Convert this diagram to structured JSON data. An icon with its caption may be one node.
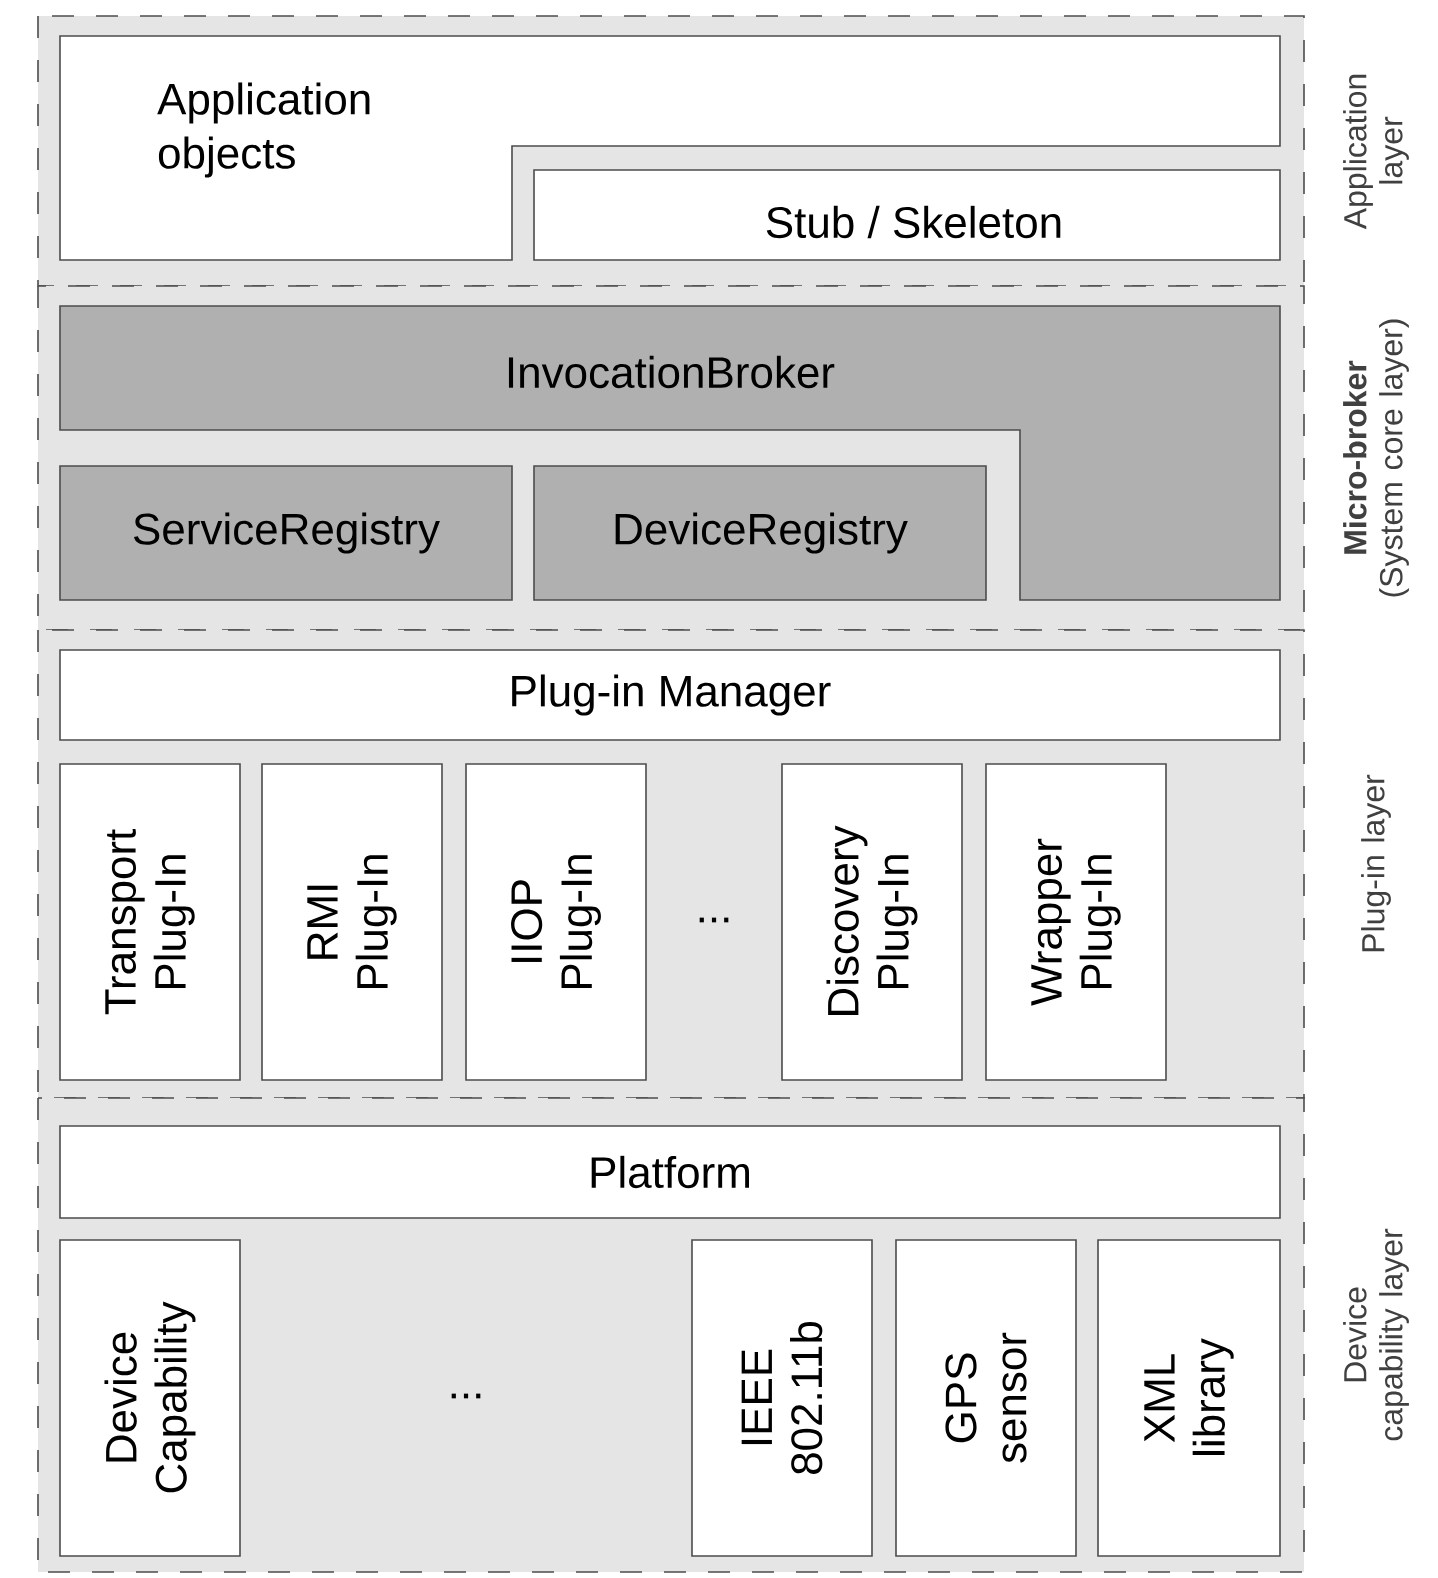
{
  "diagram": {
    "nodes": [
      {
        "text": [
          "Application layer"
        ]
      },
      {
        "text": [
          "Application objects"
        ],
        "in": 0
      },
      {
        "text": [
          "Stub / Skeleton"
        ],
        "in": 0
      },
      {
        "text": [
          "**Micro-broker** (System core layer)"
        ]
      },
      {
        "text": [
          "InvocationBroker"
        ],
        "in": 3
      },
      {
        "text": [
          "ServiceRegistry"
        ],
        "in": 3
      },
      {
        "text": [
          "DeviceRegistry"
        ],
        "in": 3
      },
      {
        "text": [
          "Plug-in layer"
        ]
      },
      {
        "text": [
          "Plug-in Manager"
        ],
        "in": 7
      },
      {
        "text": [
          "Transport Plug-In"
        ],
        "in": 7
      },
      {
        "text": [
          "RMI Plug-In"
        ],
        "in": 7
      },
      {
        "text": [
          "IIOP Plug-In"
        ],
        "in": 7
      },
      {
        "text": [
          "Discovery Plug-In"
        ],
        "in": 7
      },
      {
        "text": [
          "Wrapper Plug-In"
        ],
        "in": 7
      },
      {
        "text": [
          "Device capability layer"
        ]
      },
      {
        "text": [
          "Platform"
        ],
        "in": 14
      },
      {
        "text": [
          "Device Capability"
        ],
        "in": 14
      },
      {
        "text": [
          "IEEE 802.11b"
        ],
        "in": 14
      },
      {
        "text": [
          "GPS sensor"
        ],
        "in": 14
      },
      {
        "text": [
          "XML library"
        ],
        "in": 14
      }
    ],
    "labels": [
      "...",
      "..."
    ]
  }
}
